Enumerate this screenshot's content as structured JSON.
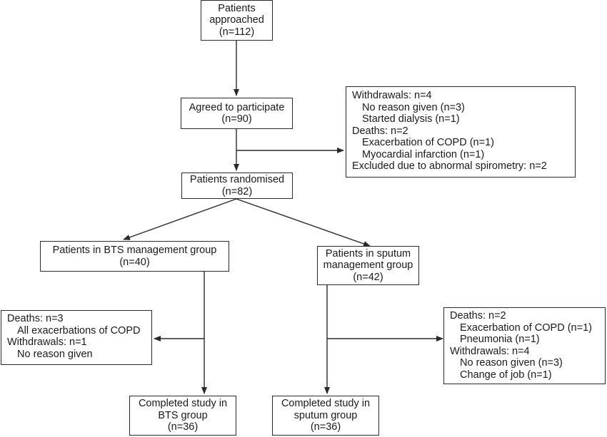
{
  "boxes": {
    "approached": {
      "lines": [
        "Patients",
        "approached",
        "(n=112)"
      ]
    },
    "agreed": {
      "lines": [
        "Agreed to participate",
        "(n=90)"
      ]
    },
    "exclusions": {
      "lines": [
        {
          "text": "Withdrawals: n=4",
          "indent": false
        },
        {
          "text": "No reason given (n=3)",
          "indent": true
        },
        {
          "text": "Started dialysis (n=1)",
          "indent": true
        },
        {
          "text": "Deaths: n=2",
          "indent": false
        },
        {
          "text": "Exacerbation of COPD (n=1)",
          "indent": true
        },
        {
          "text": "Myocardial infarction (n=1)",
          "indent": true
        },
        {
          "text": "Excluded due to abnormal spirometry: n=2",
          "indent": false
        }
      ]
    },
    "randomised": {
      "lines": [
        "Patients randomised",
        "(n=82)"
      ]
    },
    "bts_group": {
      "lines": [
        "Patients in BTS management group",
        "(n=40)"
      ]
    },
    "sputum_group": {
      "lines": [
        "Patients in sputum",
        "management group",
        "(n=42)"
      ]
    },
    "bts_losses": {
      "lines": [
        {
          "text": "Deaths: n=3",
          "indent": false
        },
        {
          "text": "All exacerbations of COPD",
          "indent": true
        },
        {
          "text": "Withdrawals: n=1",
          "indent": false
        },
        {
          "text": "No reason given",
          "indent": true
        }
      ]
    },
    "sputum_losses": {
      "lines": [
        {
          "text": "Deaths: n=2",
          "indent": false
        },
        {
          "text": "Exacerbation of COPD (n=1)",
          "indent": true
        },
        {
          "text": "Pneumonia (n=1)",
          "indent": true
        },
        {
          "text": "Withdrawals: n=4",
          "indent": false
        },
        {
          "text": "No reason given (n=3)",
          "indent": true
        },
        {
          "text": "Change of job (n=1)",
          "indent": true
        }
      ]
    },
    "bts_completed": {
      "lines": [
        "Completed study in",
        "BTS group",
        "(n=36)"
      ]
    },
    "sputum_completed": {
      "lines": [
        "Completed study in",
        "sputum group",
        "(n=36)"
      ]
    }
  }
}
